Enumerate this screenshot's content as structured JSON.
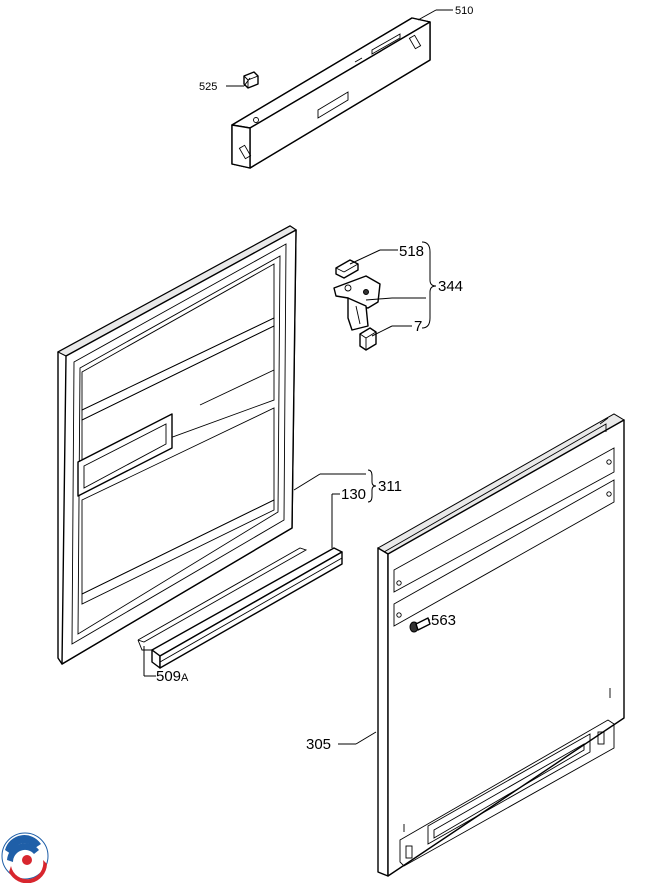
{
  "parts": {
    "p510": "510",
    "p525": "525",
    "p518": "518",
    "p344": "344",
    "p7": "7",
    "p311": "311",
    "p130": "130",
    "p509": "509",
    "p509_suffix": "A",
    "p563": "563",
    "p305": "305"
  },
  "logo": {
    "icon": "swirl-logo-icon",
    "colors": {
      "blue": "#1f5fa8",
      "red": "#d8262e"
    }
  }
}
